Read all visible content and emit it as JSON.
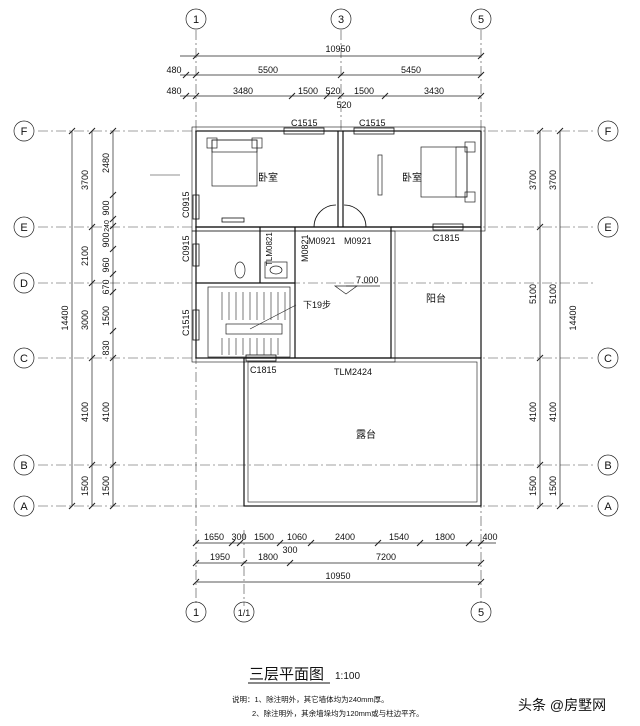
{
  "axes": {
    "top": [
      "1",
      "3",
      "5"
    ],
    "bottom": [
      "1",
      "1/1",
      "5"
    ],
    "side": [
      "F",
      "E",
      "D",
      "C",
      "B",
      "A"
    ]
  },
  "dims": {
    "top_total": "10950",
    "top_row1": [
      "480",
      "5500",
      "5450"
    ],
    "top_row2": [
      "480",
      "3480",
      "1500",
      "520",
      "1500",
      "3430"
    ],
    "top_extra": "520",
    "bottom_row1": [
      "1650",
      "300",
      "1500",
      "1060",
      "2400",
      "1540",
      "1800",
      "400"
    ],
    "bottom_extra": "300",
    "bottom_row2": [
      "1950",
      "1800",
      "7200"
    ],
    "bottom_total": "10950",
    "left_outer": "14400",
    "left_mid": [
      "3700",
      "2100",
      "3000",
      "4100",
      "1500"
    ],
    "left_inner": [
      "2480",
      "900",
      "240",
      "900",
      "960",
      "670",
      "1500",
      "830",
      "4100",
      "1500"
    ],
    "right_inner": [
      "3700",
      "5100",
      "4100",
      "1500"
    ],
    "right_outer": "14400"
  },
  "labels": {
    "c1515_a": "C1515",
    "c1515_b": "C1515",
    "c1515_left": "C1515",
    "c0915_a": "C0915",
    "c0915_b": "C0915",
    "m0921_a": "M0921",
    "m0921_b": "M0921",
    "m0821": "M0821",
    "tlm0821": "TLM0821",
    "c1815_a": "C1815",
    "c1815_b": "C1815",
    "tlm2424": "TLM2424",
    "stair": "下19步",
    "elev": "7.000"
  },
  "rooms": {
    "bedroom_left": "卧室",
    "bedroom_right": "卧室",
    "balcony": "阳台",
    "terrace": "露台"
  },
  "title": {
    "text": "三层平面图",
    "scale": "1:100"
  },
  "notes": [
    "说明：1、除注明外，其它墙体均为240mm厚。",
    "2、除注明外，其余墙垛均为120mm或与柱边平齐。"
  ],
  "watermark": "头条 @房墅网"
}
